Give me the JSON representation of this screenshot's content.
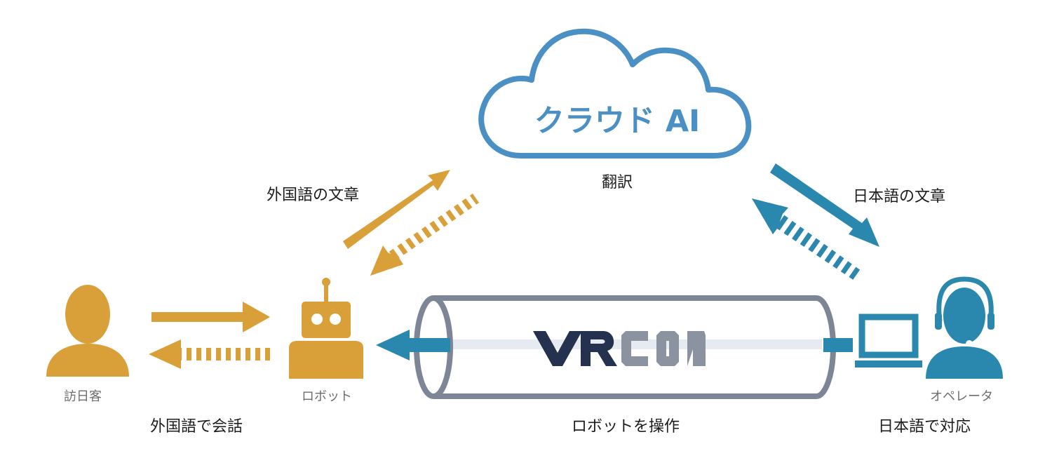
{
  "cloud": {
    "title": "クラウド AI",
    "caption": "翻訳"
  },
  "labels": {
    "foreign_text": "外国語の文章",
    "japanese_text": "日本語の文章",
    "visitor": "訪日客",
    "robot": "ロボット",
    "operator": "オペレータ",
    "foreign_conversation": "外国語で会話",
    "robot_operation": "ロボットを操作",
    "japanese_response": "日本語で対応"
  },
  "brand": {
    "logo_text": "VRCON"
  },
  "colors": {
    "gold": "#D9A03A",
    "teal": "#2A88AE",
    "cloud_blue": "#4A90C4",
    "tube_gray": "#7D8696",
    "logo_navy": "#24324F",
    "logo_gray": "#8C93A0"
  },
  "icons": [
    "person-icon",
    "robot-icon",
    "operator-headset-icon",
    "laptop-icon",
    "cloud-icon"
  ]
}
